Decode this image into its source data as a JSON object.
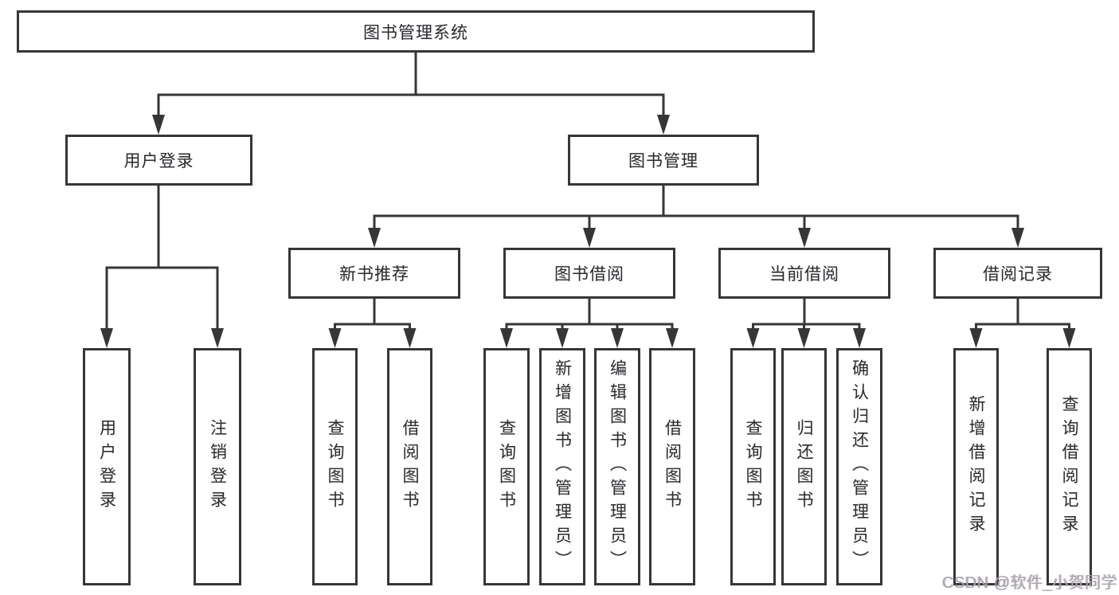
{
  "diagram": {
    "title": "图书管理系统",
    "nodes": {
      "root": "图书管理系统",
      "user_login": "用户登录",
      "book_mgmt": "图书管理",
      "new_book_rec": "新书推荐",
      "book_borrowing": "图书借阅",
      "current_borrowing": "当前借阅",
      "borrowing_records": "借阅记录",
      "login": "用户登录",
      "logout": "注销登录",
      "rec_query_books": "查询图书",
      "rec_borrow_books": "借阅图书",
      "bb_query_books": "查询图书",
      "bb_add_books": "新增图书（管理员）",
      "bb_edit_books": "编辑图书（管理员）",
      "bb_borrow_books": "借阅图书",
      "cb_query_books": "查询图书",
      "cb_return_books": "归还图书",
      "cb_confirm_return": "确认归还（管理员）",
      "br_add_record": "新增借阅记录",
      "br_query_record": "查询借阅记录"
    }
  },
  "watermark": {
    "text": "CSDN @软件_小贺同学"
  }
}
